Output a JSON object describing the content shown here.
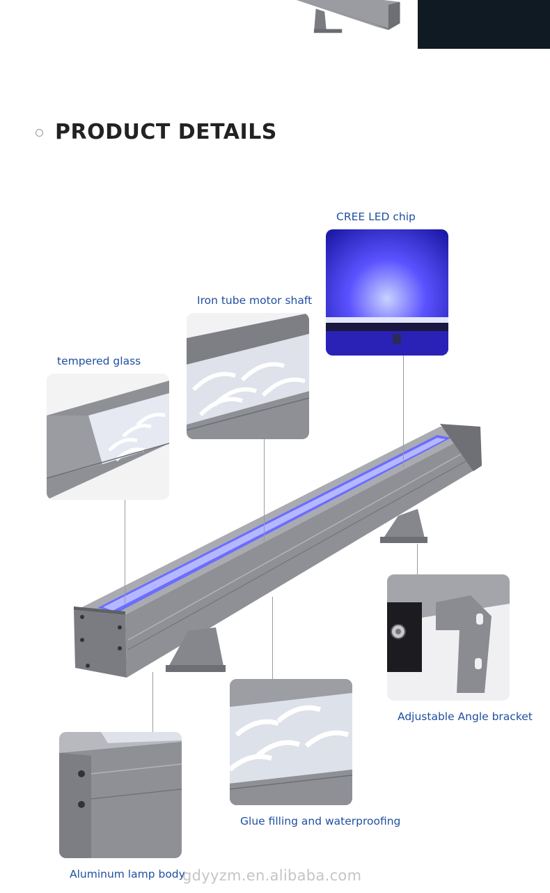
{
  "section": {
    "title": "PRODUCT DETAILS"
  },
  "callouts": {
    "cree_led_chip": "CREE LED chip",
    "iron_tube_motor_shaft": "Iron tube motor shaft",
    "tempered_glass": "tempered glass",
    "adjustable_angle_bracket": "Adjustable Angle bracket",
    "glue_filling": "Glue filling and waterproofing",
    "aluminum_lamp_body": "Aluminum lamp body"
  },
  "watermark": "gdyyzm.en.alibaba.com",
  "colors": {
    "label_blue": "#1f4fa0",
    "led_blue": "#5a5cff",
    "housing_grey": "#8e9096"
  }
}
